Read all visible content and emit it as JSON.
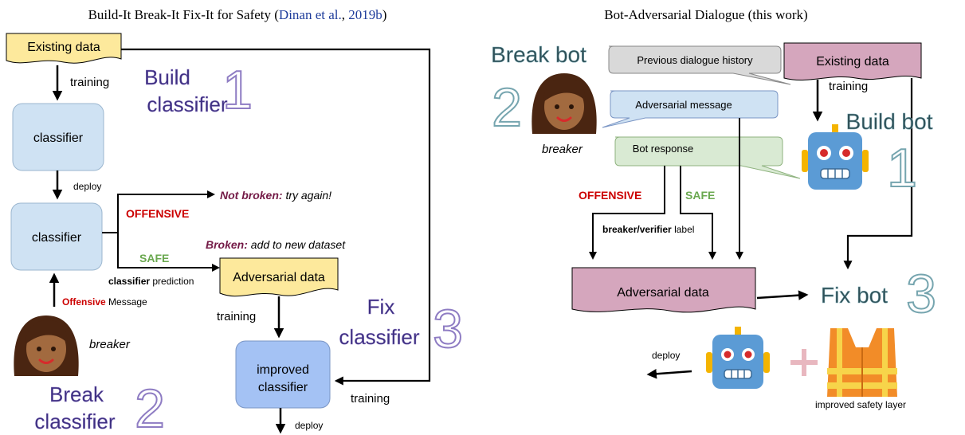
{
  "left": {
    "title_prefix": "Build-It Break-It Fix-It for Safety (",
    "title_cite_author": "Dinan et al.",
    "title_cite_sep": ", ",
    "title_cite_year": "2019b",
    "title_suffix": ")",
    "existing_data": "Existing data",
    "training_1": "training",
    "build_title_line1": "Build",
    "build_title_line2": "classifier",
    "build_number": "1",
    "classifier_1": "classifier",
    "deploy_1": "deploy",
    "classifier_2": "classifier",
    "offensive": "OFFENSIVE",
    "not_broken_bold": "Not broken:",
    "not_broken_rest": " try again!",
    "broken_bold": "Broken:",
    "broken_rest": " add to new dataset",
    "safe": "SAFE",
    "prediction_bold": "classifier",
    "prediction_rest": " prediction",
    "adversarial_data": "Adversarial data",
    "offensive_msg_bold": "Offensive",
    "offensive_msg_rest": " Message",
    "training_2": "training",
    "fix_title_line1": "Fix",
    "fix_title_line2": "classifier",
    "fix_number": "3",
    "breaker": "breaker",
    "improved_line1": "improved",
    "improved_line2": "classifier",
    "training_3": "training",
    "break_title_line1": "Break",
    "break_title_line2": "classifier",
    "break_number": "2",
    "deploy_2": "deploy"
  },
  "right": {
    "title": "Bot-Adversarial Dialogue (this work)",
    "break_bot": "Break bot",
    "break_number": "2",
    "previous_history": "Previous dialogue history",
    "existing_data": "Existing data",
    "training": "training",
    "adversarial_message": "Adversarial message",
    "build_bot": "Build bot",
    "breaker": "breaker",
    "bot_response": "Bot response",
    "build_number": "1",
    "offensive": "OFFENSIVE",
    "safe": "SAFE",
    "label_bold": "breaker/verifier",
    "label_rest": " label",
    "adversarial_data": "Adversarial data",
    "fix_bot": "Fix bot",
    "fix_number": "3",
    "deploy": "deploy",
    "plus": "+",
    "safety_layer": "improved safety layer"
  },
  "colors": {
    "yellow_data": "#fde99c",
    "blue_box": "#cfe2f3",
    "blue_improved": "#a4c2f4",
    "pink_data": "#d5a6bd",
    "green_bubble": "#d9ead3",
    "gray_bubble": "#d9d9d9",
    "offensive_red": "#cc0000",
    "safe_green": "#6aa84f",
    "maroon": "#741b47",
    "step_purple": "#8e7cc3",
    "step_teal": "#76a5af",
    "cite_blue": "#1f3d9b"
  },
  "icons": [
    "woman-icon",
    "robot-icon",
    "safety-vest-icon",
    "plus-icon"
  ]
}
